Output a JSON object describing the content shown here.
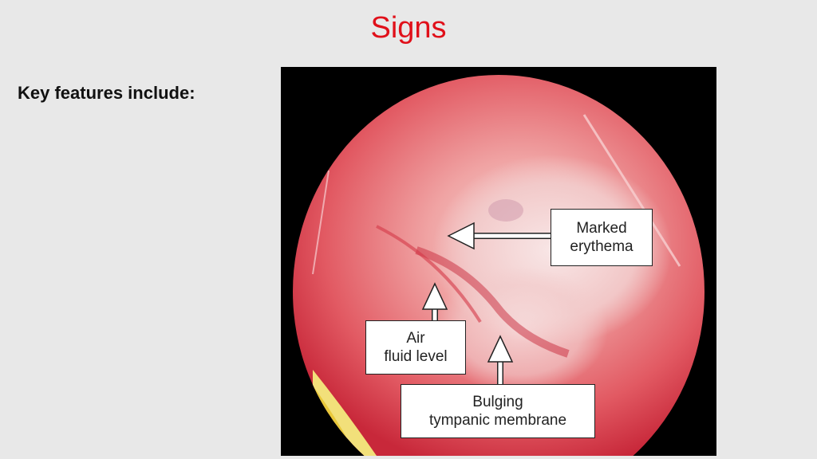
{
  "slide": {
    "title": "Signs",
    "subtitle": "Key features include:"
  },
  "figure": {
    "callouts": {
      "erythema": {
        "line1": "Marked",
        "line2": "erythema"
      },
      "air_fluid": {
        "line1": "Air",
        "line2": "fluid level"
      },
      "bulging": {
        "line1": "Bulging",
        "line2": "tympanic membrane"
      }
    }
  },
  "colors": {
    "title": "#e0101a",
    "background": "#e8e8e8"
  }
}
